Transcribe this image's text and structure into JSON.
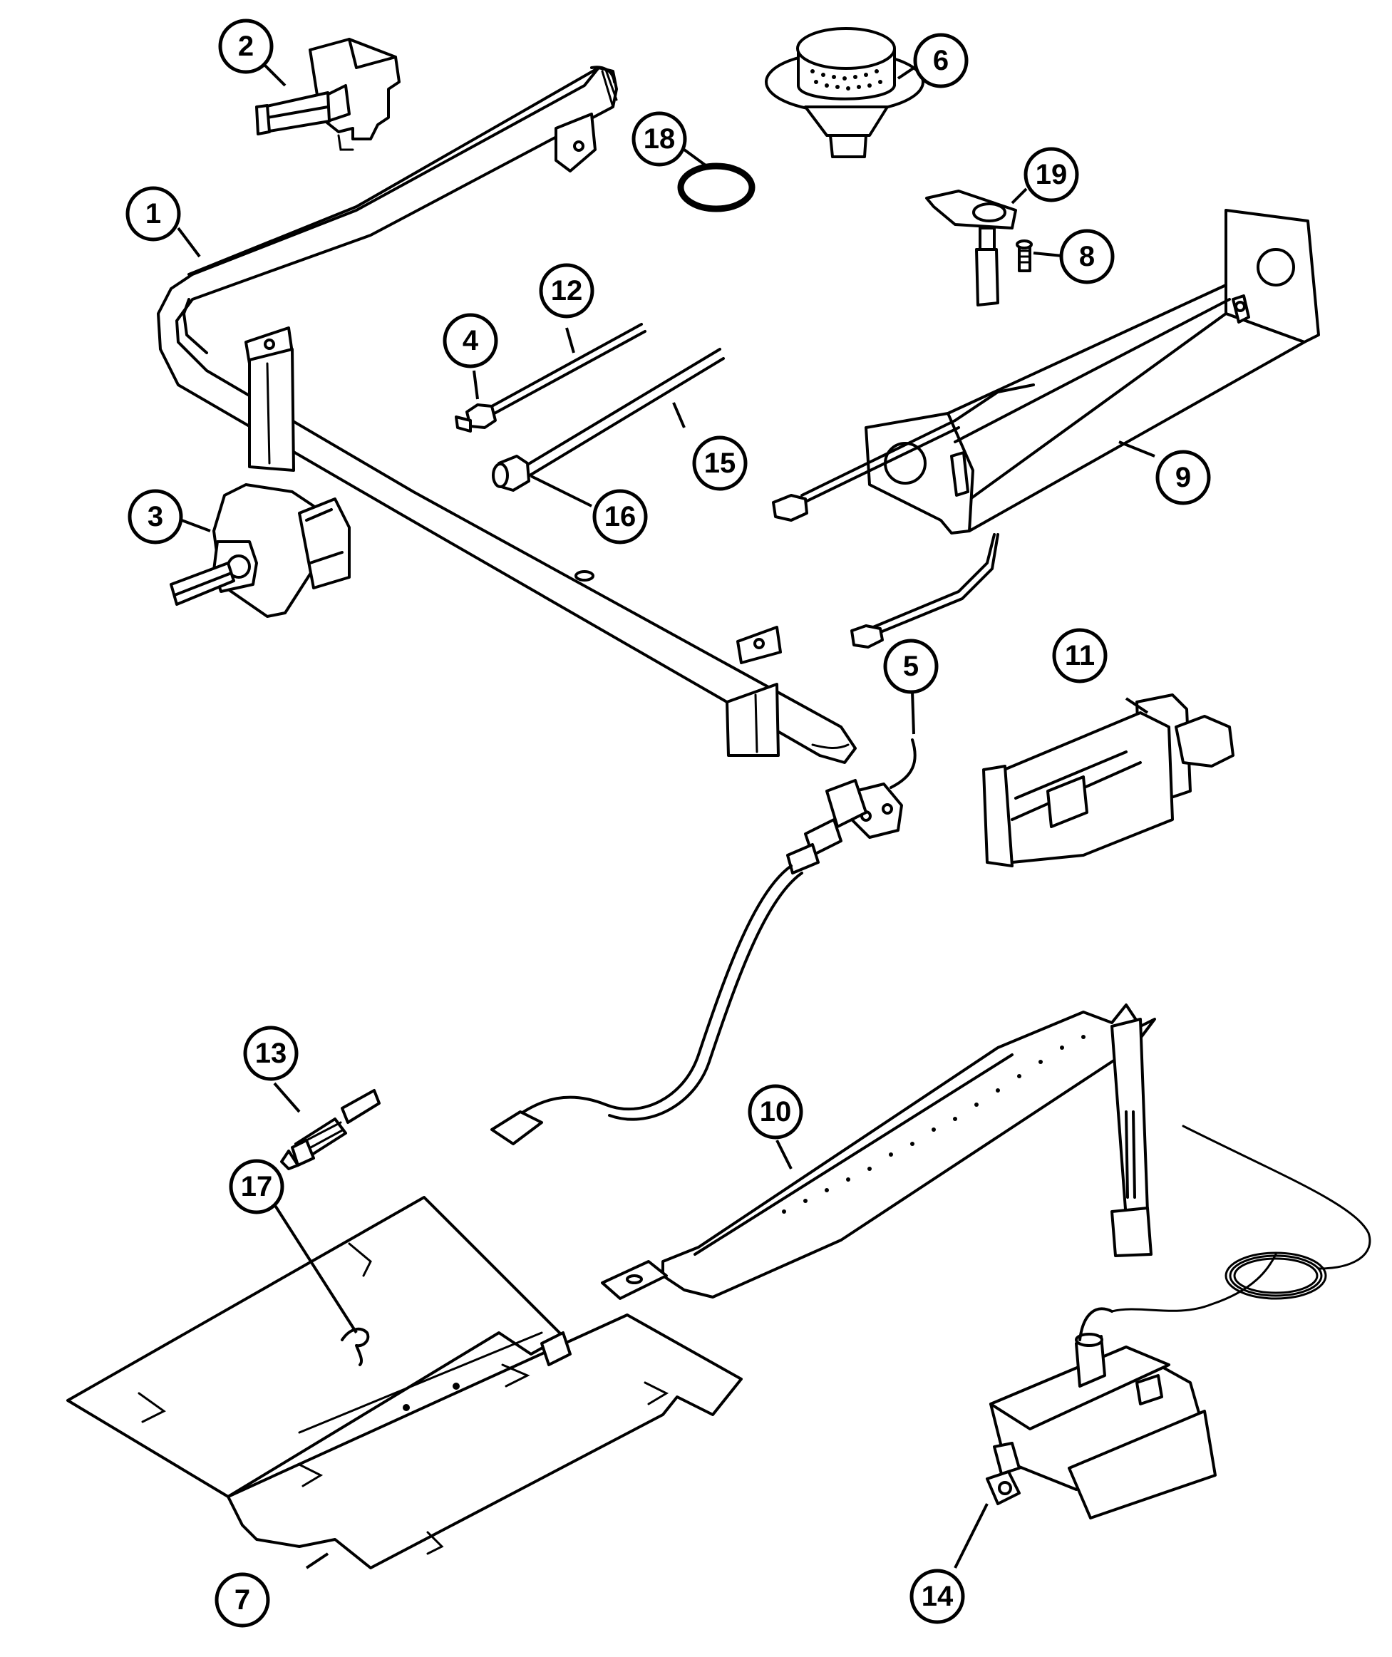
{
  "diagram": {
    "callouts": [
      "1",
      "2",
      "3",
      "4",
      "5",
      "6",
      "7",
      "8",
      "9",
      "10",
      "11",
      "12",
      "13",
      "14",
      "15",
      "16",
      "17",
      "18",
      "19"
    ]
  },
  "parts": [
    {
      "callout": "1",
      "icon": "gas-manifold-pipe"
    },
    {
      "callout": "2",
      "icon": "gas-valve"
    },
    {
      "callout": "3",
      "icon": "thermostat-valve"
    },
    {
      "callout": "4",
      "icon": "orifice-fitting"
    },
    {
      "callout": "5",
      "icon": "igniter-electrode"
    },
    {
      "callout": "6",
      "icon": "surface-burner-head"
    },
    {
      "callout": "7",
      "icon": "burner-baffle-plate"
    },
    {
      "callout": "8",
      "icon": "screw"
    },
    {
      "callout": "9",
      "icon": "burner-box-bracket"
    },
    {
      "callout": "10",
      "icon": "oven-burner-tube"
    },
    {
      "callout": "11",
      "icon": "pilot-bracket"
    },
    {
      "callout": "12",
      "icon": "gas-tube"
    },
    {
      "callout": "13",
      "icon": "orifice-spud"
    },
    {
      "callout": "14",
      "icon": "safety-valve"
    },
    {
      "callout": "15",
      "icon": "gas-tube"
    },
    {
      "callout": "16",
      "icon": "tube-fitting"
    },
    {
      "callout": "17",
      "icon": "clip"
    },
    {
      "callout": "18",
      "icon": "o-ring"
    },
    {
      "callout": "19",
      "icon": "igniter-bracket"
    }
  ],
  "colors": {
    "ink": "#000000",
    "paper": "#ffffff"
  }
}
